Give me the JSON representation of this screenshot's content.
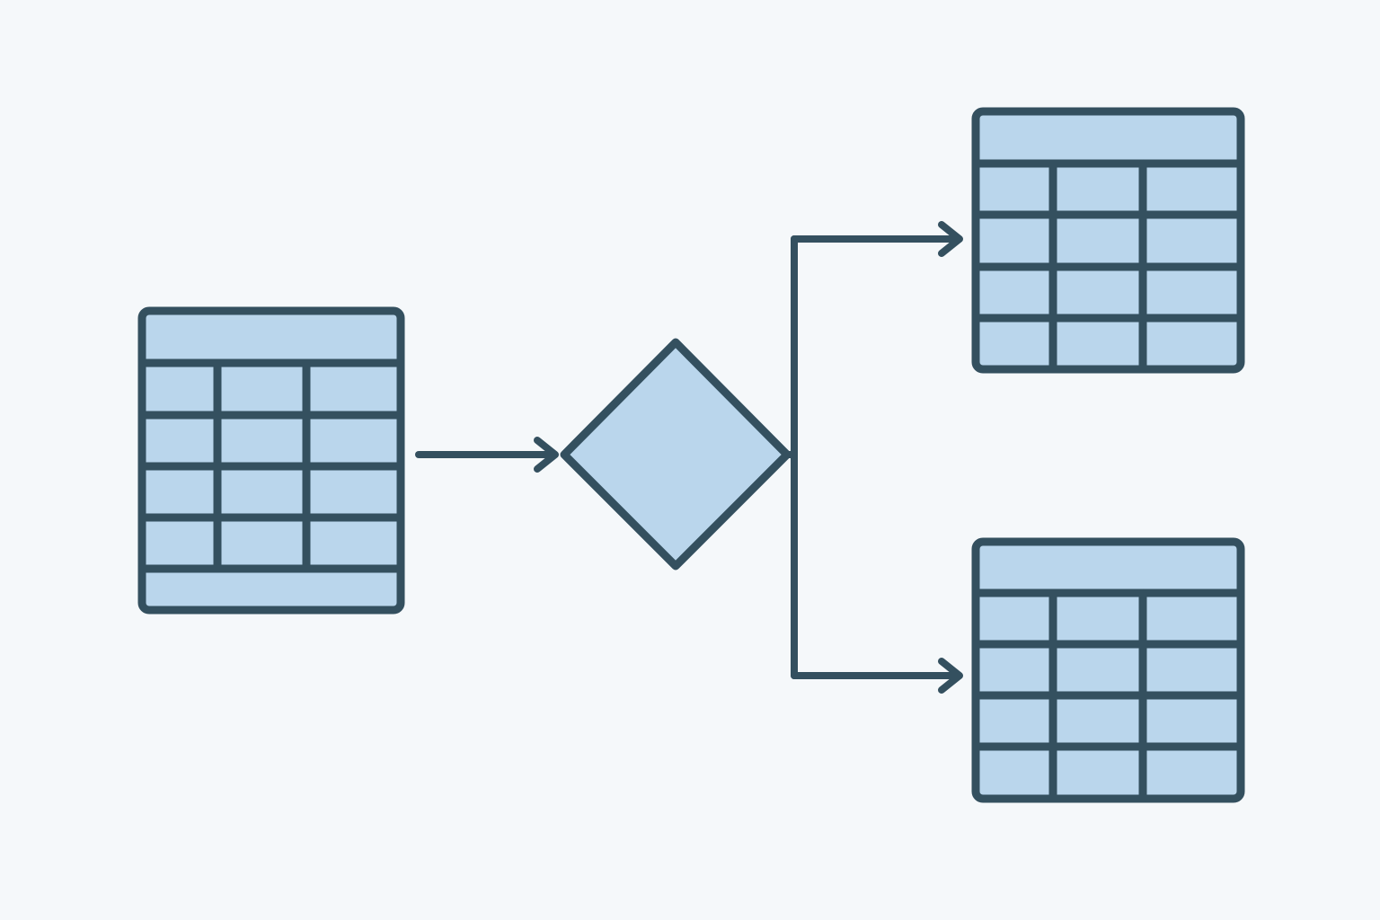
{
  "colors": {
    "background": "#f5f8fa",
    "fill": "#bad6ec",
    "stroke": "#34505f"
  },
  "diagram": {
    "nodes": [
      {
        "id": "source-table",
        "shape": "table",
        "icon": "table-icon",
        "header_rows": 1,
        "body_rows": 4,
        "columns": 3,
        "footer_rows": 1
      },
      {
        "id": "decision",
        "shape": "diamond",
        "icon": "diamond-icon"
      },
      {
        "id": "output-table-top",
        "shape": "table",
        "icon": "table-icon",
        "header_rows": 1,
        "body_rows": 4,
        "columns": 3,
        "footer_rows": 0
      },
      {
        "id": "output-table-bottom",
        "shape": "table",
        "icon": "table-icon",
        "header_rows": 1,
        "body_rows": 4,
        "columns": 3,
        "footer_rows": 0
      }
    ],
    "edges": [
      {
        "from": "source-table",
        "to": "decision",
        "arrow": "arrow-right-icon"
      },
      {
        "from": "decision",
        "to": "output-table-top",
        "arrow": "arrow-right-icon"
      },
      {
        "from": "decision",
        "to": "output-table-bottom",
        "arrow": "arrow-right-icon"
      }
    ]
  }
}
